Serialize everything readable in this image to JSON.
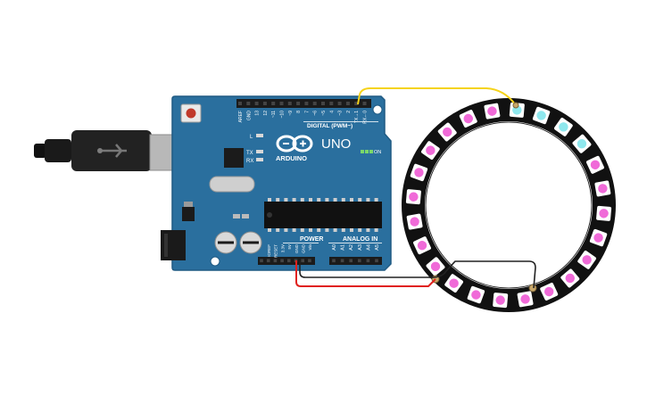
{
  "board": {
    "name": "Arduino UNO",
    "logo_text": "ARDUINO",
    "model": "UNO",
    "header_digital": "DIGITAL (PWM~)",
    "header_power": "POWER",
    "header_analog": "ANALOG IN",
    "led_l": "L",
    "led_tx": "TX",
    "led_rx": "RX",
    "led_on": "ON",
    "digital_pins": [
      "AREF",
      "GND",
      "13",
      "12",
      "~11",
      "~10",
      "~9",
      "8",
      "7",
      "~6",
      "~5",
      "4",
      "~3",
      "2",
      "TX→1",
      "RX←0"
    ],
    "power_pins": [
      "IOREF",
      "RESET",
      "3.3V",
      "5V",
      "GND",
      "GND",
      "Vin"
    ],
    "analog_pins": [
      "A0",
      "A1",
      "A2",
      "A3",
      "A4",
      "A5"
    ]
  },
  "ring": {
    "name": "NeoPixel Ring 24",
    "pixel_count": 24,
    "lit_color": "#f06ad8",
    "cyan_color": "#8fe8ee",
    "cyan_indices": [
      1,
      2,
      3,
      4
    ]
  },
  "wires": {
    "data_color": "#f5d31a",
    "power_color": "#e0211d",
    "ground_color": "#222222"
  },
  "colors": {
    "board": "#2a6f9e",
    "board_dark": "#1f5a83",
    "ring_pcb": "#111111"
  }
}
